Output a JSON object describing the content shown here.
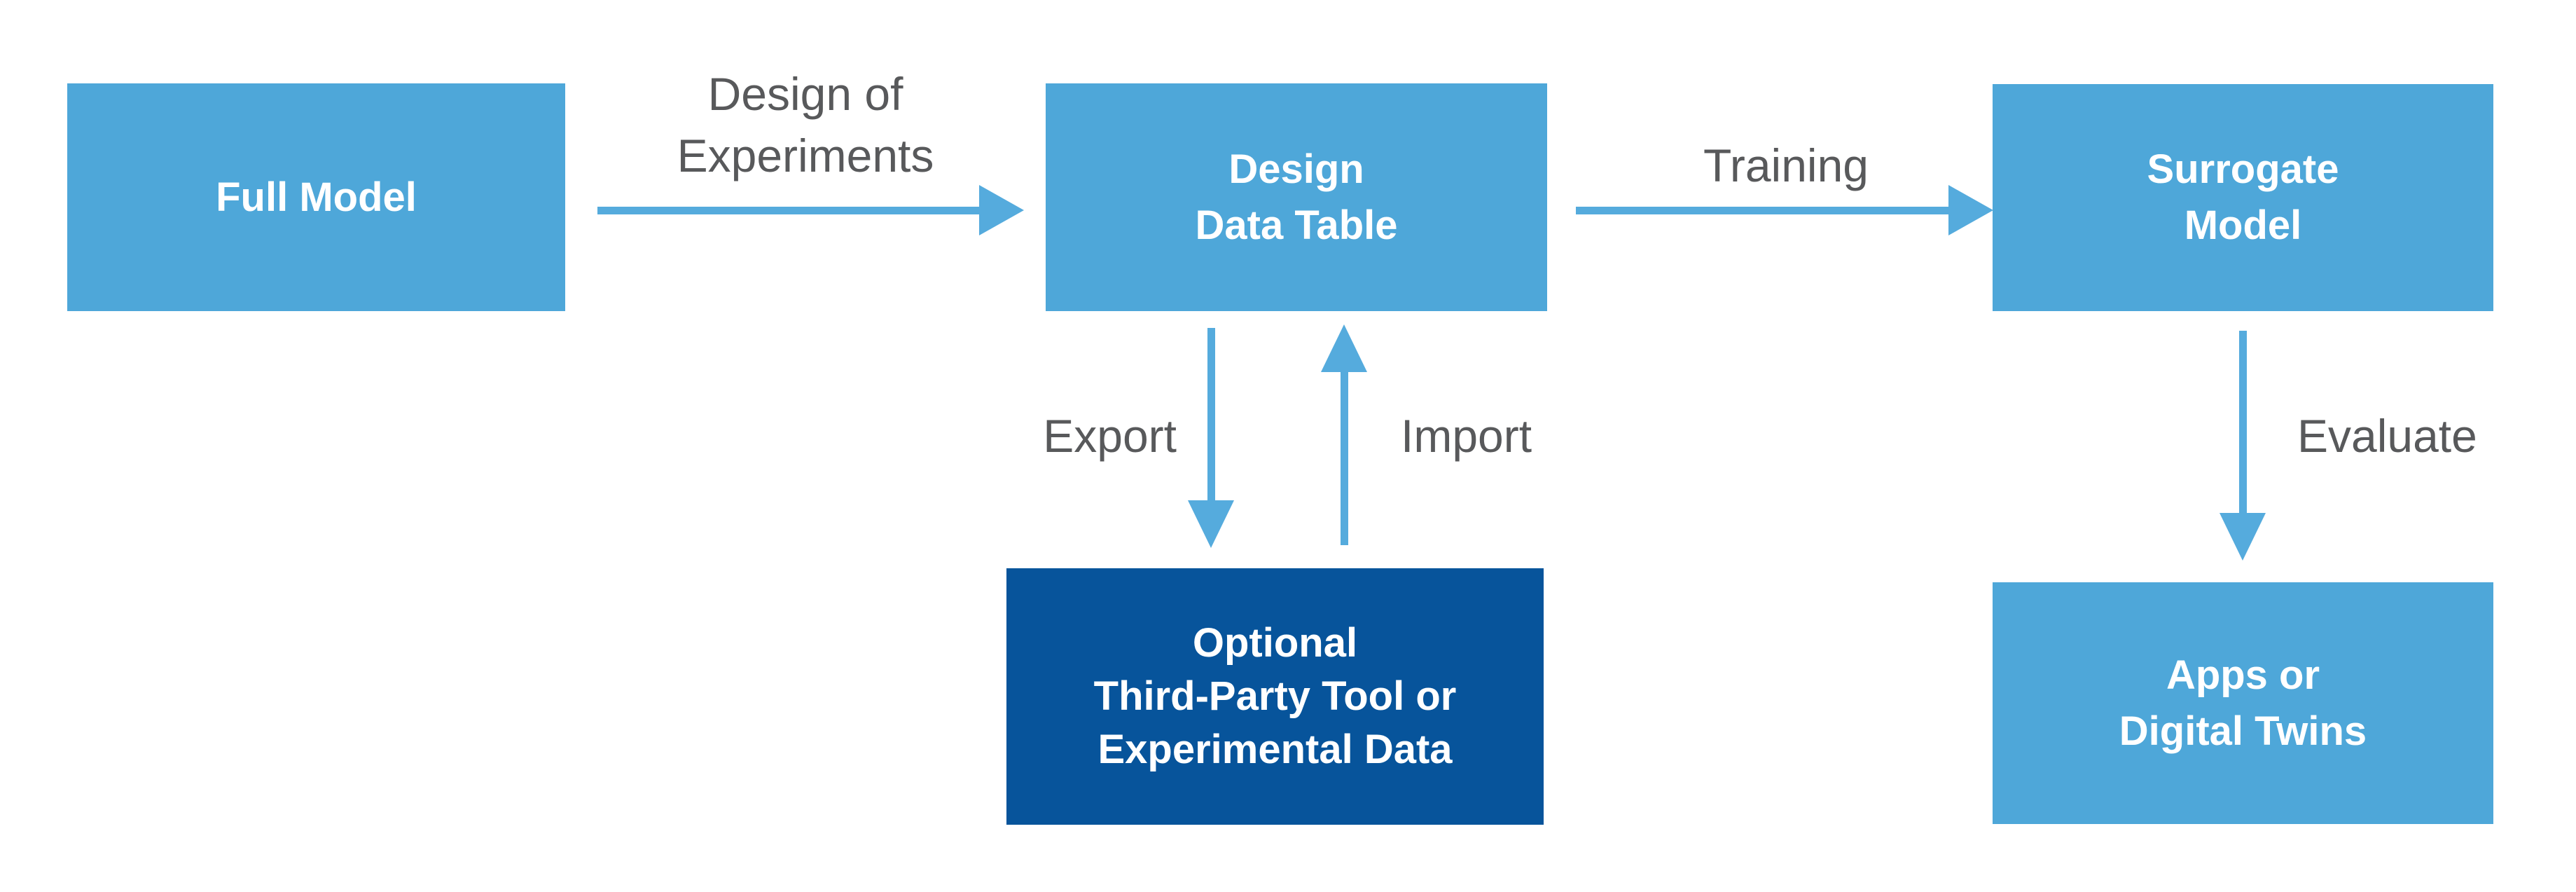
{
  "diagram": {
    "title_hint": "Surrogate model workflow diagram",
    "boxes": {
      "full_model": {
        "label": "Full Model"
      },
      "design_data_table": {
        "line1": "Design",
        "line2": "Data Table"
      },
      "surrogate_model": {
        "line1": "Surrogate",
        "line2": "Model"
      },
      "third_party": {
        "line1": "Optional",
        "line2": "Third-Party Tool or",
        "line3": "Experimental Data"
      },
      "apps": {
        "line1": "Apps or",
        "line2": "Digital Twins"
      }
    },
    "labels": {
      "design_of_experiments": {
        "line1": "Design of",
        "line2": "Experiments"
      },
      "training": "Training",
      "export": "Export",
      "import": "Import",
      "evaluate": "Evaluate"
    },
    "colors": {
      "box_light_blue": "#4EA7D9",
      "box_dark_blue": "#07549B",
      "arrow_blue": "#55ABDD",
      "label_gray": "#58595B",
      "box_text": "#FFFFFF",
      "background": "#FFFFFF"
    }
  }
}
